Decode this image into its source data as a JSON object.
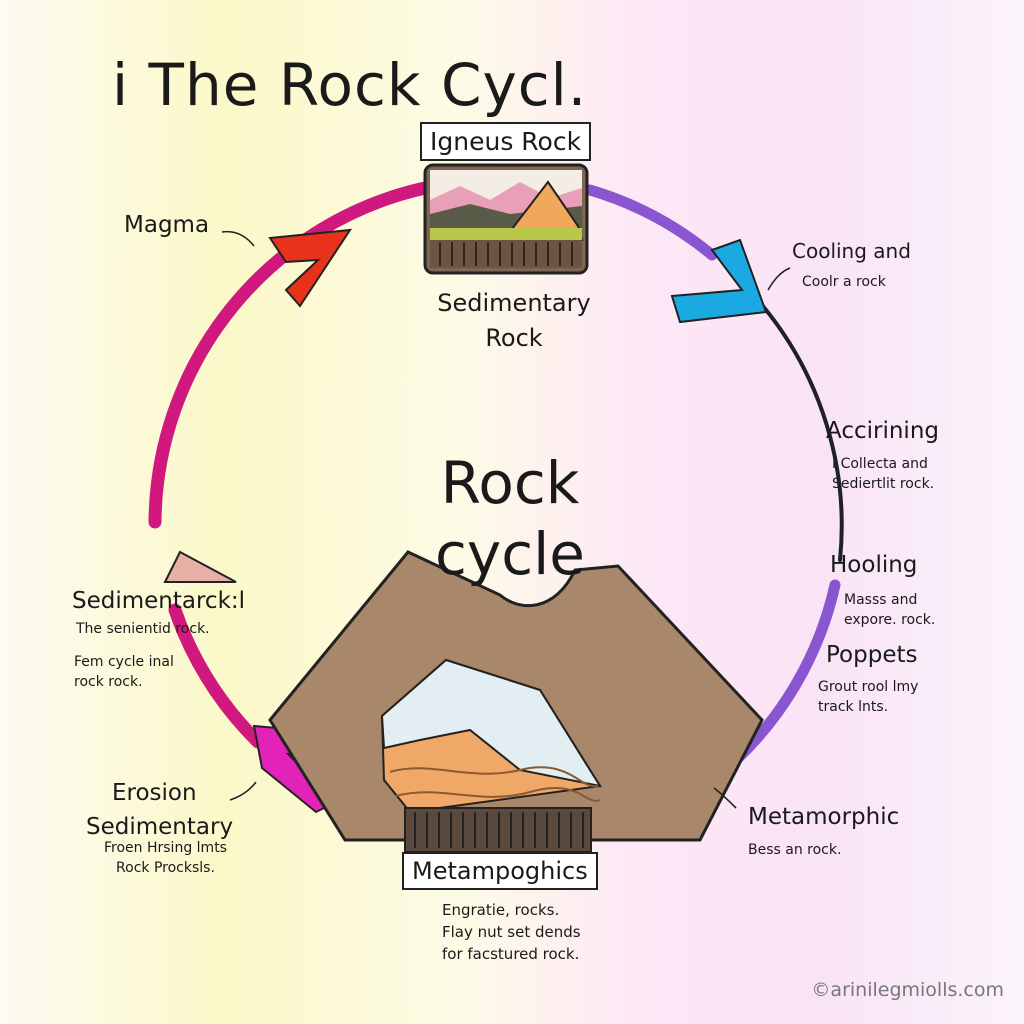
{
  "title": "i The Rock Cycl.",
  "center_title": {
    "line1": "Rock",
    "line2": "cycle"
  },
  "boxes": {
    "top": "Igneus Rock",
    "bottom": "Metampoghics"
  },
  "labels": {
    "magma": "Magma",
    "sedimentary_top": {
      "line1": "Sedimentary",
      "line2": "Rock"
    },
    "cooling": {
      "title": "Cooling and",
      "sub": "Coolr a rock"
    },
    "accirining": {
      "title": "Accirining",
      "sub1": "I Collecta and",
      "sub2": "Sediertlit rock."
    },
    "hooling": {
      "title": "Hooling",
      "sub1": "Masss and",
      "sub2": "expore. rock."
    },
    "poppets": {
      "title": "Poppets",
      "sub1": "Grout rool lmy",
      "sub2": "track lnts."
    },
    "metamorphic": {
      "title": "Metamorphic",
      "sub": "Bess an rock."
    },
    "sedimentary_left": {
      "title": "Sedimentarck:l",
      "sub": "The senientid rock."
    },
    "fem": {
      "line1": "Fem cycle inal",
      "line2": "rock rock."
    },
    "erosion": {
      "title1": "Erosion",
      "title2": "Sedimentary",
      "sub1": "Froen Hrsing lmts",
      "sub2": "Rock Procksls."
    },
    "bottom_note": {
      "line1": "Engratie, rocks.",
      "line2": "Flay nut set dends",
      "line3": "for facstured rock."
    }
  },
  "colors": {
    "ring_magenta": "#d0187f",
    "ring_purple": "#8a55d0",
    "ring_dark": "#1f1f2e",
    "arrow_red": "#e8321c",
    "arrow_cyan": "#1aa9e0",
    "arrow_yellow": "#f2e20a",
    "arrow_magenta": "#e222b8",
    "mountain_brown": "#a8876a"
  },
  "watermark": "©arinilegmiolls.com"
}
